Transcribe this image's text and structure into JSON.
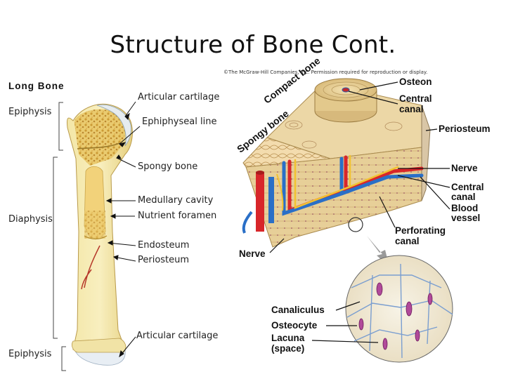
{
  "slide": {
    "title": "Structure of Bone Cont."
  },
  "long_bone": {
    "heading": "Long Bone",
    "regions": {
      "epiphysis_top": "Epiphysis",
      "diaphysis": "Diaphysis",
      "epiphysis_bottom": "Epiphysis"
    },
    "labels": {
      "articular_cartilage_top": "Articular cartilage",
      "epiphyseal_line": "Ephiphyseal line",
      "spongy_bone": "Spongy bone",
      "medullary_cavity": "Medullary cavity",
      "nutrient_foramen": "Nutrient foramen",
      "endosteum": "Endosteum",
      "periosteum": "Periosteum",
      "articular_cartilage_bottom": "Articular cartilage"
    }
  },
  "compact_bone": {
    "copyright": "©The McGraw-Hill Companies, Inc. Permission required for reproduction or display.",
    "labels": {
      "compact_bone": "Compact bone",
      "spongy_bone": "Spongy bone",
      "osteon": "Osteon",
      "central_canal_top": "Central canal",
      "periosteum": "Periosteum",
      "nerve_right": "Nerve",
      "central_canal_right": "Central canal",
      "blood_vessel": "Blood vessel",
      "perforating_canal": "Perforating canal",
      "nerve_bottom": "Nerve",
      "canaliculus": "Canaliculus",
      "osteocyte": "Osteocyte",
      "lacuna": "Lacuna",
      "lacuna_note": "(space)"
    }
  },
  "colors": {
    "bone": "#efdf9a",
    "bone_dark": "#c9a95a",
    "artery": "#d8262a",
    "vein": "#2a6fc7",
    "nerve": "#f2c230",
    "cartilage": "#e8eef4",
    "block": "#e7cf98"
  }
}
